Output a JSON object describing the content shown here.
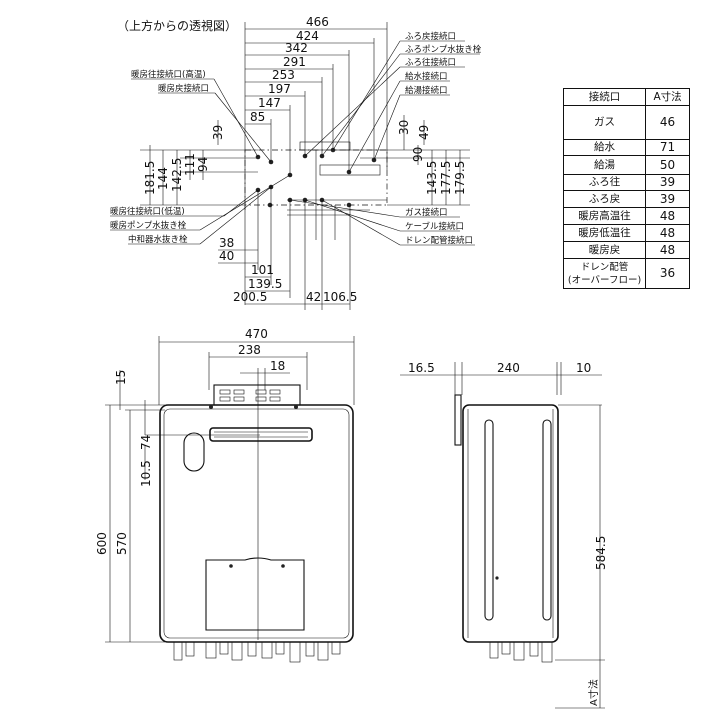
{
  "top_view": {
    "caption": "（上方からの透視図）",
    "horizontal_dims": [
      "466",
      "424",
      "342",
      "291",
      "253",
      "197",
      "147",
      "85"
    ],
    "left_vertical_dims": [
      "181.5",
      "144",
      "142.5",
      "111",
      "94",
      "39"
    ],
    "right_vertical_dims": [
      "179.5",
      "177.5",
      "143.5",
      "90",
      "49",
      "30"
    ],
    "bottom_dims": [
      "38",
      "40",
      "101",
      "139.5",
      "200.5",
      "42",
      "106.5"
    ],
    "left_labels": [
      "暖房往接続口(高温)",
      "暖房戻接続口",
      "暖房往接続口(低温)",
      "暖房ポンプ水抜き栓",
      "中和器水抜き栓"
    ],
    "right_labels": [
      "ふろ戻接続口",
      "ふろポンプ水抜き栓",
      "ふろ往接続口",
      "給水接続口",
      "給湯接続口",
      "ガス接続口",
      "ケーブル接続口",
      "ドレン配管接続口"
    ]
  },
  "table": {
    "header": [
      "接続口",
      "A寸法"
    ],
    "rows": [
      {
        "name": "ガス",
        "value": "46"
      },
      {
        "name": "給水",
        "value": "71"
      },
      {
        "name": "給湯",
        "value": "50"
      },
      {
        "name": "ふろ往",
        "value": "39"
      },
      {
        "name": "ふろ戻",
        "value": "39"
      },
      {
        "name": "暖房高温往",
        "value": "48"
      },
      {
        "name": "暖房低温往",
        "value": "48"
      },
      {
        "name": "暖房戻",
        "value": "48"
      },
      {
        "name": "ドレン配管\n(オーバーフロー)",
        "value": "36"
      }
    ]
  },
  "front_view": {
    "width": "470",
    "panel_width": "238",
    "offset": "18",
    "height_total": "600",
    "height_body": "570",
    "top_gap": "15",
    "dim_74": "74",
    "dim_10_5": "10.5"
  },
  "side_view": {
    "bracket": "16.5",
    "depth": "240",
    "rear_gap": "10",
    "height": "584.5",
    "a_label": "A寸法"
  }
}
